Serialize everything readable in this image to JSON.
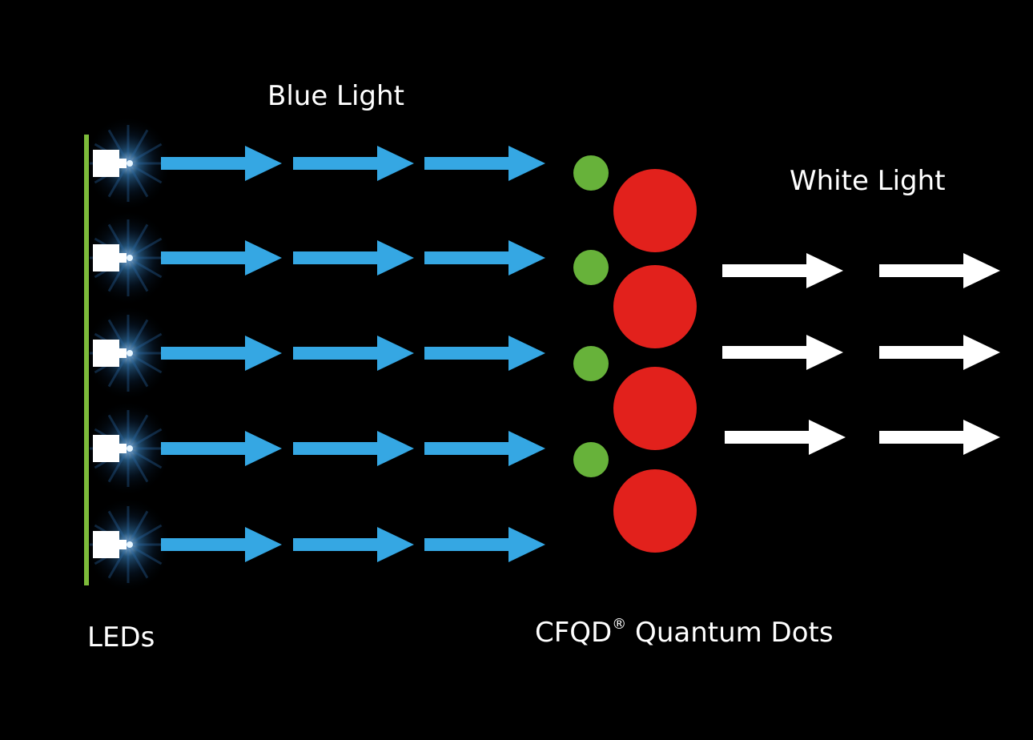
{
  "labels": {
    "blue_light": "Blue Light",
    "white_light": "White Light",
    "leds": "LEDs",
    "quantum_dots_brand": "CFQD",
    "registered_mark": "®",
    "quantum_dots_suffix": " Quantum Dots"
  },
  "colors": {
    "background": "#000000",
    "board": "#7dbb3a",
    "led_body": "#ffffff",
    "blue_arrow": "#35a7e3",
    "white_arrow": "#ffffff",
    "green_dot": "#67b23a",
    "red_dot": "#e2211c"
  },
  "diagram": {
    "led_count": 5,
    "blue_arrows_per_led": 3,
    "green_dot_count": 4,
    "red_dot_count": 4,
    "white_arrow_rows": 3,
    "white_arrows_per_row": 2
  }
}
